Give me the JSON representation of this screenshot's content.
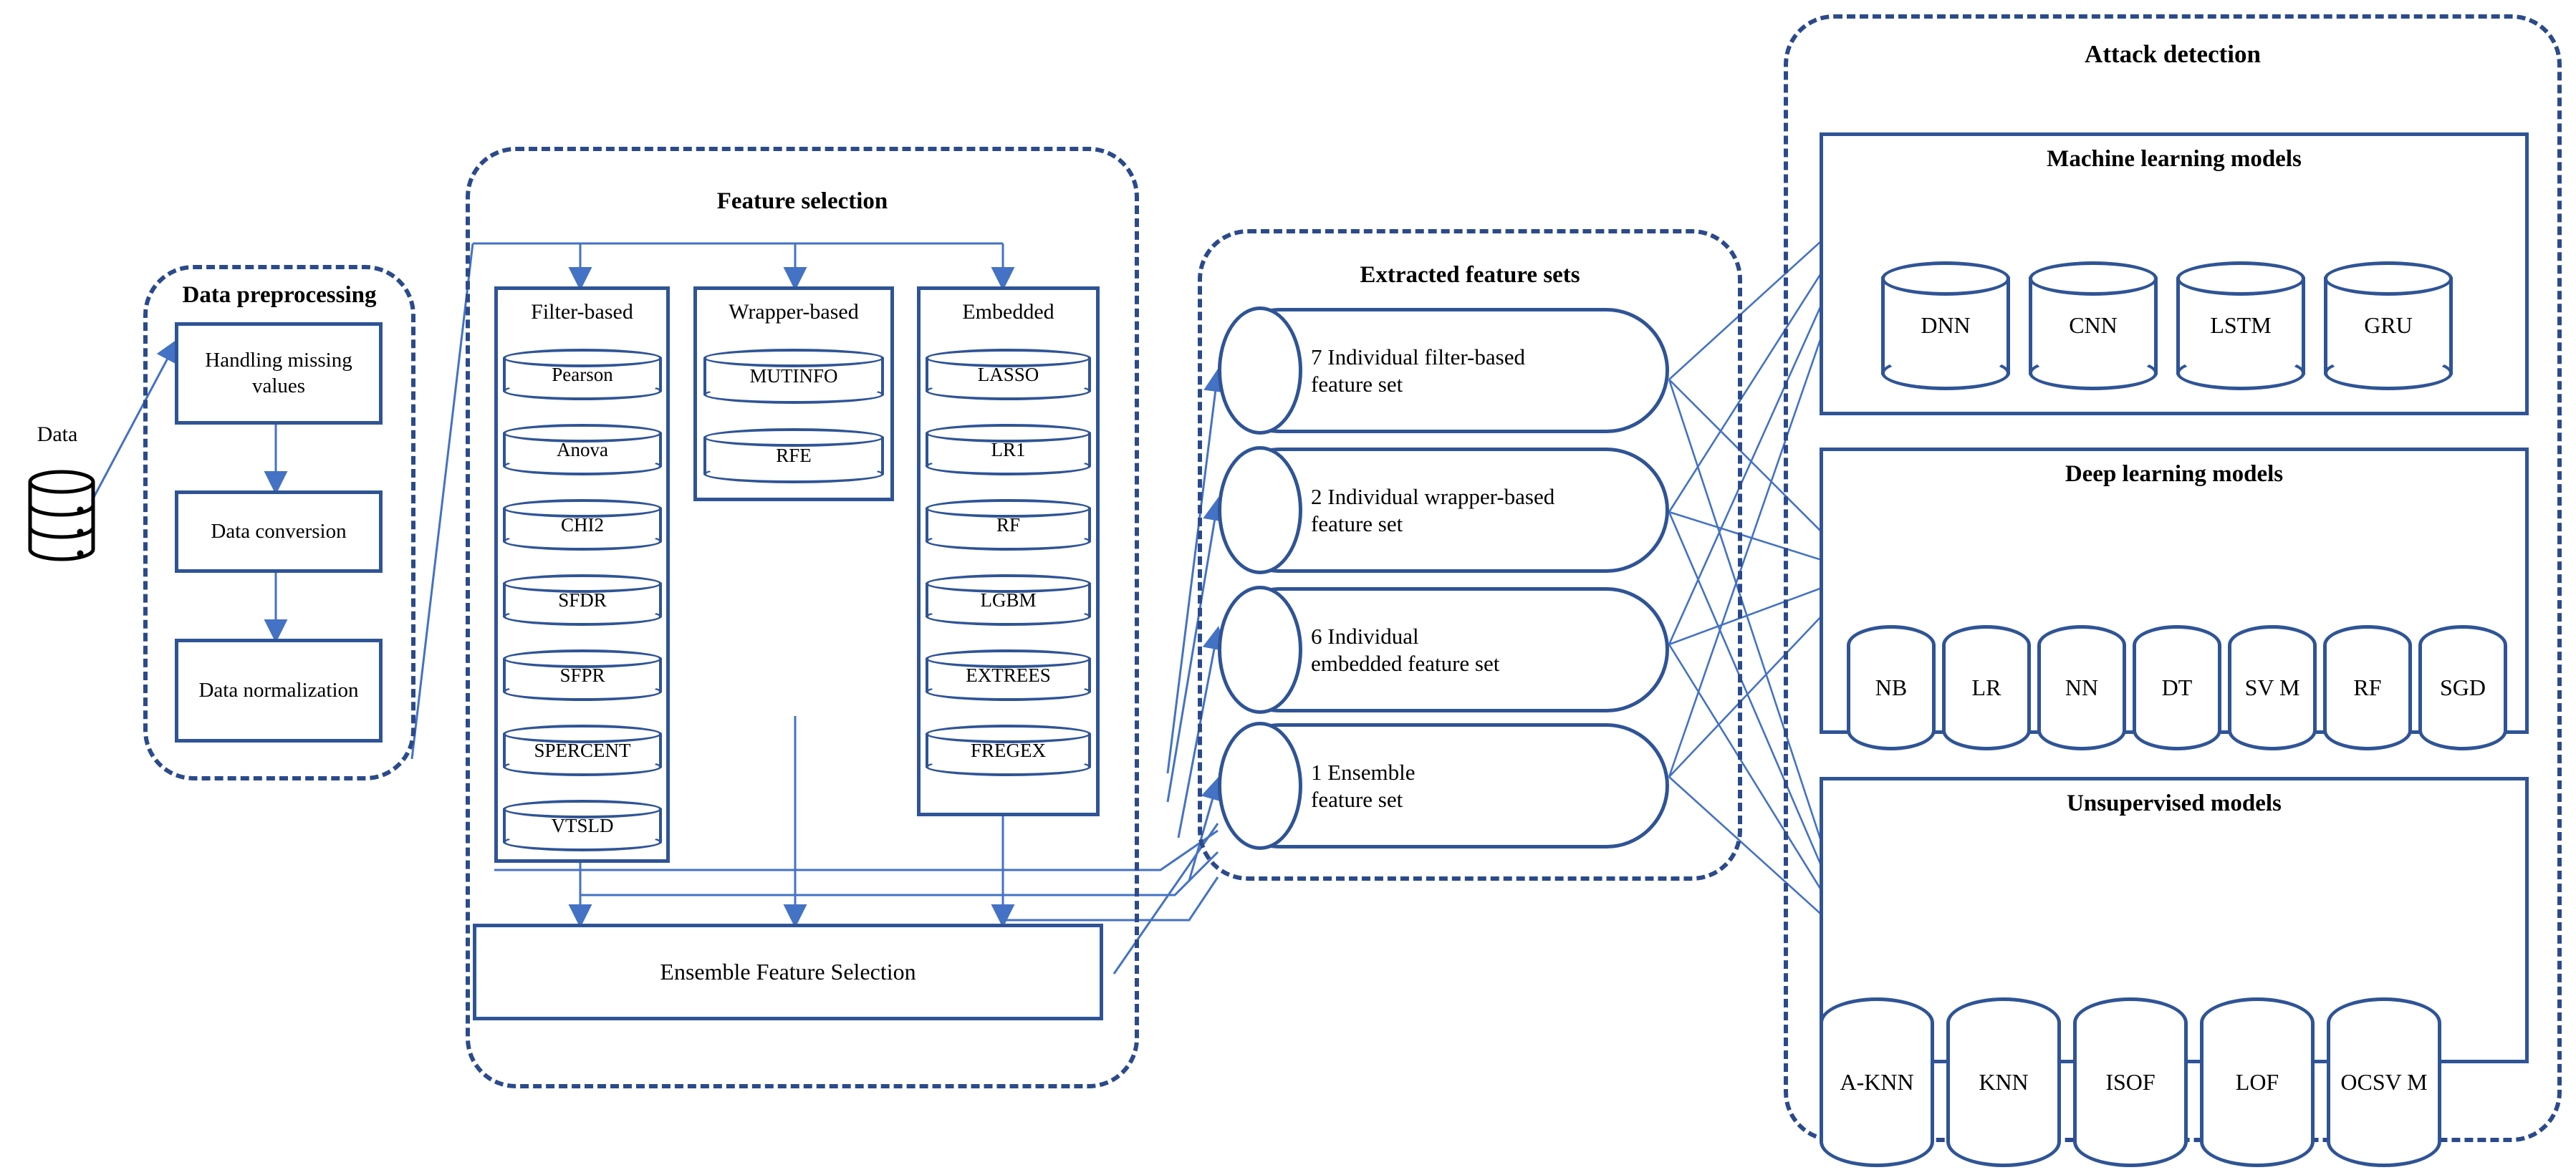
{
  "diagram": {
    "source": {
      "label": "Data",
      "icon": "database-icon"
    },
    "preprocessing": {
      "title": "Data preprocessing",
      "steps": [
        {
          "label": "Handling missing values"
        },
        {
          "label": "Data conversion"
        },
        {
          "label": "Data normalization"
        }
      ]
    },
    "feature_selection": {
      "title": "Feature selection",
      "columns": [
        {
          "title": "Filter-based",
          "methods": [
            "Pearson",
            "Anova",
            "CHI2",
            "SFDR",
            "SFPR",
            "SPERCENT",
            "VTSLD"
          ]
        },
        {
          "title": "Wrapper-based",
          "methods": [
            "MUTINFO",
            "RFE"
          ]
        },
        {
          "title": "Embedded",
          "methods": [
            "LASSO",
            "LR1",
            "RF",
            "LGBM",
            "EXTREES",
            "FREGEX"
          ]
        }
      ],
      "ensemble_box": "Ensemble Feature Selection"
    },
    "extracted_feature_sets": {
      "title": "Extracted feature sets",
      "items": [
        {
          "line1": "7 Individual filter-based",
          "line2": "feature set"
        },
        {
          "line1": "2 Individual wrapper-based",
          "line2": "feature set"
        },
        {
          "line1": "6 Individual",
          "line2": "embedded feature set"
        },
        {
          "line1": "1 Ensemble",
          "line2": "feature set"
        }
      ]
    },
    "attack_detection": {
      "title": "Attack detection",
      "groups": [
        {
          "title": "Machine learning models",
          "models": [
            "DNN",
            "CNN",
            "LSTM",
            "GRU"
          ]
        },
        {
          "title": "Deep learning models",
          "models": [
            "NB",
            "LR",
            "NN",
            "DT",
            "SV M",
            "RF",
            "SGD"
          ]
        },
        {
          "title": "Unsupervised models",
          "models": [
            "A-KNN",
            "KNN",
            "ISOF",
            "LOF",
            "OCSV M"
          ]
        }
      ]
    },
    "colors": {
      "dashed_border": "#2b4a8b",
      "solid_border": "#2f5496",
      "connector": "#4472c4",
      "text": "#000000",
      "background": "#ffffff"
    }
  }
}
